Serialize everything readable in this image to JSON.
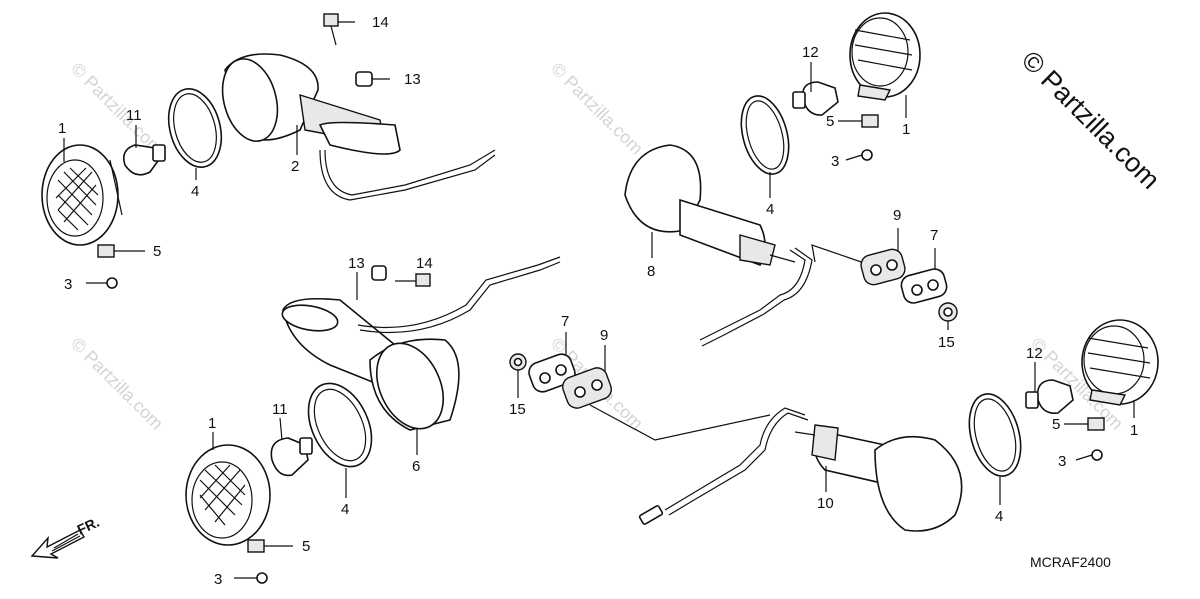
{
  "diagram": {
    "code": "MCRAF2400",
    "copyright": "© Partzilla.com",
    "watermark": "© Partzilla.com",
    "direction": "FR.",
    "callouts": [
      {
        "id": "c-tl-1",
        "label": "1"
      },
      {
        "id": "c-tl-11",
        "label": "11"
      },
      {
        "id": "c-tl-4",
        "label": "4"
      },
      {
        "id": "c-tl-2",
        "label": "2"
      },
      {
        "id": "c-tl-14",
        "label": "14"
      },
      {
        "id": "c-tl-13",
        "label": "13"
      },
      {
        "id": "c-tl-5",
        "label": "5"
      },
      {
        "id": "c-tl-3",
        "label": "3"
      },
      {
        "id": "c-bl-13",
        "label": "13"
      },
      {
        "id": "c-bl-14",
        "label": "14"
      },
      {
        "id": "c-bl-11",
        "label": "11"
      },
      {
        "id": "c-bl-1",
        "label": "1"
      },
      {
        "id": "c-bl-4",
        "label": "4"
      },
      {
        "id": "c-bl-6",
        "label": "6"
      },
      {
        "id": "c-bl-5",
        "label": "5"
      },
      {
        "id": "c-bl-3",
        "label": "3"
      },
      {
        "id": "c-tr-12",
        "label": "12"
      },
      {
        "id": "c-tr-5",
        "label": "5"
      },
      {
        "id": "c-tr-1",
        "label": "1"
      },
      {
        "id": "c-tr-3",
        "label": "3"
      },
      {
        "id": "c-tr-4",
        "label": "4"
      },
      {
        "id": "c-tr-8",
        "label": "8"
      },
      {
        "id": "c-tr-9",
        "label": "9"
      },
      {
        "id": "c-tr-7",
        "label": "7"
      },
      {
        "id": "c-tr-15",
        "label": "15"
      },
      {
        "id": "c-mid-7",
        "label": "7"
      },
      {
        "id": "c-mid-9",
        "label": "9"
      },
      {
        "id": "c-mid-15",
        "label": "15"
      },
      {
        "id": "c-br-12",
        "label": "12"
      },
      {
        "id": "c-br-5",
        "label": "5"
      },
      {
        "id": "c-br-1",
        "label": "1"
      },
      {
        "id": "c-br-3",
        "label": "3"
      },
      {
        "id": "c-br-4",
        "label": "4"
      },
      {
        "id": "c-br-10",
        "label": "10"
      }
    ]
  }
}
